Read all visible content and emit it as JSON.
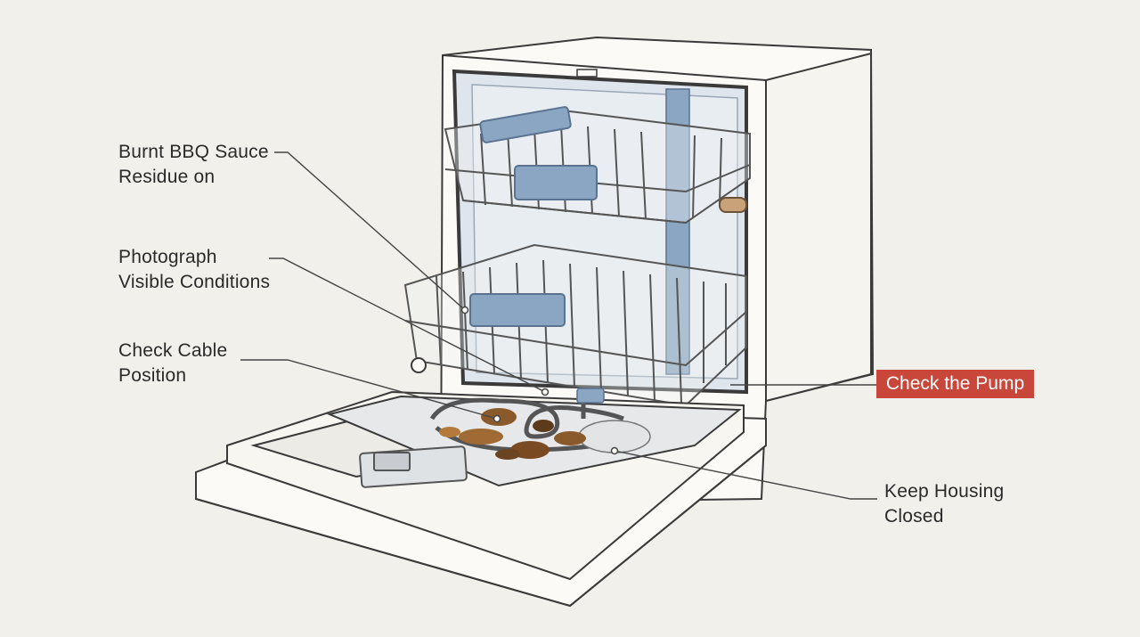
{
  "colors": {
    "background": "#f1f0eb",
    "outline": "#3a3a3a",
    "interior": "#dde3ea",
    "accent_blue": "#7d9dbe",
    "highlight": "#c8473a"
  },
  "callouts": {
    "bbq_residue": {
      "line1": "Burnt BBQ Sauce",
      "line2": "Residue on"
    },
    "photograph": {
      "line1": "Photograph",
      "line2": "Visible Conditions"
    },
    "cable": {
      "line1": "Check Cable",
      "line2": "Position"
    },
    "pump": {
      "label": "Check the Pump"
    },
    "housing": {
      "line1": "Keep Housing",
      "line2": "Closed"
    }
  }
}
